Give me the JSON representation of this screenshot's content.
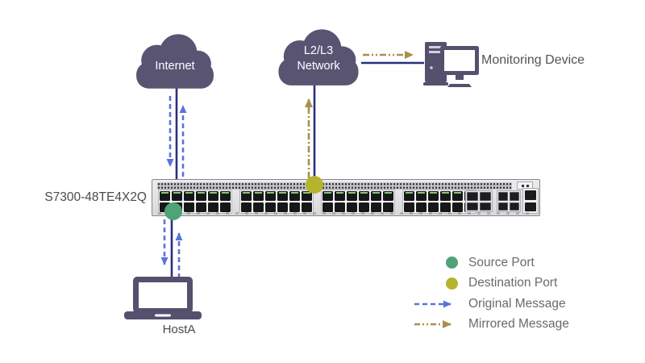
{
  "nodes": {
    "internet": {
      "label": "Internet"
    },
    "l2l3_network": {
      "label_line1": "L2/L3",
      "label_line2": "Network"
    },
    "monitoring_device": {
      "label": "Monitoring Device"
    },
    "switch": {
      "model": "S7300-48TE4X2Q",
      "rj45_port_count": 48
    },
    "hosta": {
      "label": "HostA"
    }
  },
  "legend": {
    "items": [
      {
        "label": "Source Port",
        "marker": "green-dot",
        "color": "#4ea377"
      },
      {
        "label": "Destination Port",
        "marker": "yellow-dot",
        "color": "#b5b42c"
      },
      {
        "label": "Original Message",
        "marker": "blue-dashed-arrow",
        "color": "#5b74d8"
      },
      {
        "label": "Mirrored Message",
        "marker": "olive-dashdot-arrow",
        "color": "#a88f4c"
      }
    ]
  },
  "colors": {
    "cloud_fill": "#5a5473",
    "device_fill": "#55506e",
    "solid_link": "#27307e",
    "original_message": "#5b74d8",
    "mirrored_message": "#a88f4c",
    "source_port_dot": "#4ea377",
    "destination_port_dot": "#b5b42c"
  }
}
